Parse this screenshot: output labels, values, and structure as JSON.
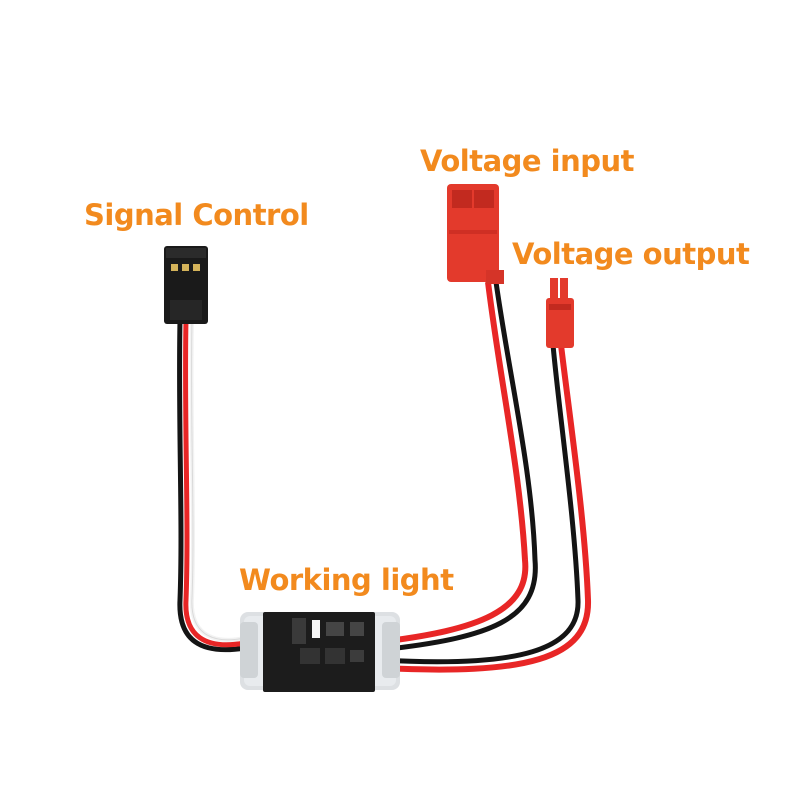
{
  "photo": {
    "subject": "servo-signal-controlled-electronic-switch-module",
    "background_color": "#ffffff"
  },
  "labels": {
    "signal_control": "Signal Control",
    "voltage_input": "Voltage input",
    "voltage_output": "Voltage output",
    "working_light": "Working light"
  },
  "colors": {
    "label_orange": "#f28a1e",
    "wire_red": "#e82626",
    "wire_black": "#141414",
    "connector_red": "#e33a2c",
    "servo_plug_black": "#1a1a1a",
    "pcb_black": "#1c1c1c",
    "heatshrink_clear": "#d9dde0"
  }
}
